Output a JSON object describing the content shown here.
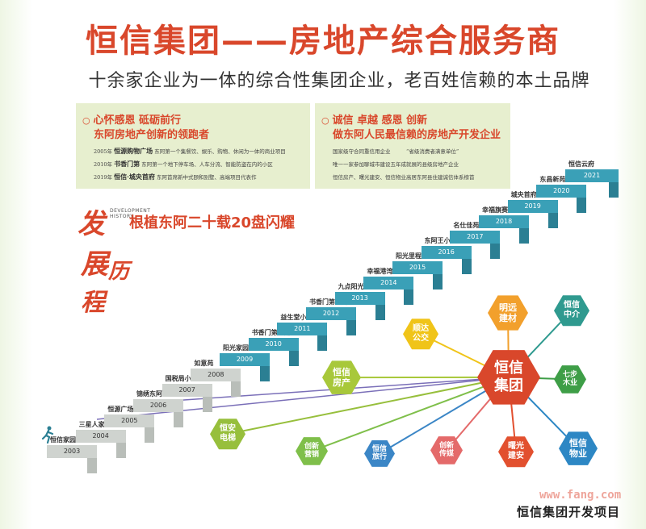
{
  "title": "恒信集团——房地产综合服务商",
  "subtitle": "十余家企业为一体的综合性集团企业，老百姓信赖的本土品牌",
  "panel_left": {
    "heading1": "心怀感恩 砥砺前行",
    "heading2": "东阿房地产创新的领跑者",
    "lines": [
      {
        "year": "2005年",
        "name": "恒源购物广场",
        "desc": "东阿第一个集餐饮、娱乐、购物、休闲为一体的商业项目"
      },
      {
        "year": "2010年",
        "name": "书香门第",
        "desc": "东阿第一个地下停车场、人车分流、智能防盗在内的小区"
      },
      {
        "year": "2019年",
        "name": "恒信·城央首府",
        "desc": "东阿首席新中式颐和别墅、高端项目代表作"
      }
    ]
  },
  "panel_right": {
    "heading1": "诚信 卓越 感恩 创新",
    "heading2": "做东阿人民最信赖的房地产开发企业",
    "lines": [
      "国家级守合同重信用企业　　　“省级消费者满意单位”",
      "唯一一家参加聊城市建设五年成就展的县级房地产企业",
      "恒信房产、曙光建安、恒信物业高居东阿县住建诚信体系榜首"
    ]
  },
  "calligraphy": [
    "发",
    "展",
    "历",
    "程"
  ],
  "dev_tag": "DEVELOPMENT HISTORY",
  "slogan": "根植东阿二十载20盘闪耀",
  "steps": [
    {
      "year": "2003",
      "project": "恒信家园"
    },
    {
      "year": "2004",
      "project": "三星人家"
    },
    {
      "year": "2005",
      "project": "恒源广场"
    },
    {
      "year": "2006",
      "project": "锦绣东阿"
    },
    {
      "year": "2007",
      "project": "国税局小区"
    },
    {
      "year": "2008",
      "project": "如意苑"
    },
    {
      "year": "2009",
      "project": "阳光家园"
    },
    {
      "year": "2010",
      "project": "书香门第一期"
    },
    {
      "year": "2011",
      "project": "益生堂小区"
    },
    {
      "year": "2012",
      "project": "书香门第二期"
    },
    {
      "year": "2013",
      "project": "九点阳光"
    },
    {
      "year": "2014",
      "project": "幸福港湾"
    },
    {
      "year": "2015",
      "project": "阳光里程"
    },
    {
      "year": "2016",
      "project": "东阿王小区"
    },
    {
      "year": "2017",
      "project": "名仕佳苑"
    },
    {
      "year": "2018",
      "project": "幸福旗赛"
    },
    {
      "year": "2019",
      "project": "城央首府"
    },
    {
      "year": "2020",
      "project": "东昌新苑"
    },
    {
      "year": "2021",
      "project": "恒信云府"
    }
  ],
  "center": {
    "line1": "恒信",
    "line2": "集团",
    "color": "#d9472b"
  },
  "satellites": [
    {
      "line1": "明远",
      "line2": "建材",
      "color": "#f2a02c"
    },
    {
      "line1": "恒信",
      "line2": "中介",
      "color": "#2f9a8f"
    },
    {
      "line1": "顺达",
      "line2": "公交",
      "color": "#f0c419"
    },
    {
      "line1": "恒信",
      "line2": "房产",
      "color": "#a8c83a"
    },
    {
      "line1": "七步",
      "line2": "木业",
      "color": "#3e9e47"
    },
    {
      "line1": "恒安",
      "line2": "电梯",
      "color": "#97bf3c"
    },
    {
      "line1": "创新",
      "line2": "营销",
      "color": "#7fbf4a"
    },
    {
      "line1": "恒信",
      "line2": "旅行",
      "color": "#3b86c6"
    },
    {
      "line1": "创新",
      "line2": "传媒",
      "color": "#e46a6a"
    },
    {
      "line1": "曙光",
      "line2": "建安",
      "color": "#e2502f"
    },
    {
      "line1": "恒信",
      "line2": "物业",
      "color": "#2d87c4"
    }
  ],
  "caption": "恒信集团开发项目",
  "watermark": "www.fang.com"
}
